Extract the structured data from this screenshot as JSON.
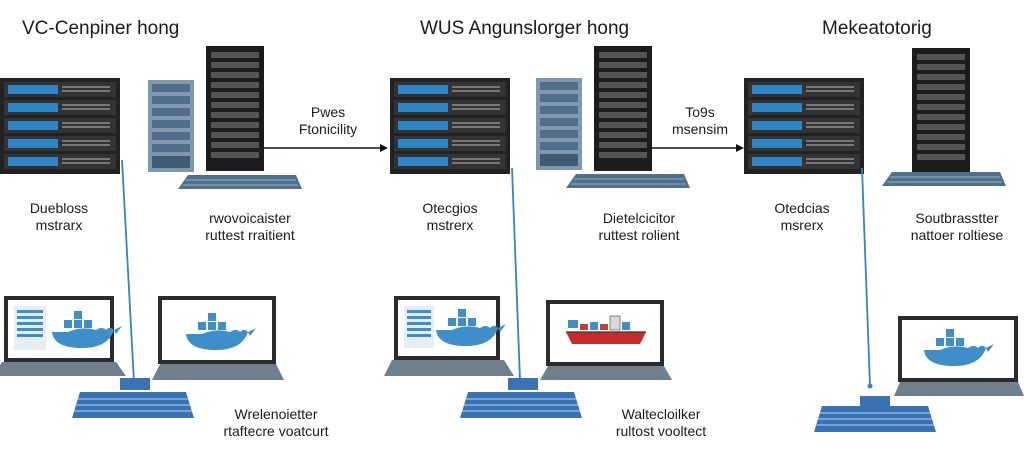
{
  "titles": {
    "left": "VC-Cenpiner hong",
    "middle": "WUS Angunslorger hong",
    "right": "Mekeatotorig"
  },
  "arrows": {
    "left": {
      "line1": "Pwes",
      "line2": "Ftonicility"
    },
    "right": {
      "line1": "To9s",
      "line2": "msensim"
    }
  },
  "labels": {
    "l1": {
      "line1": "Duebloss",
      "line2": "mstrarx"
    },
    "l2": {
      "line1": "rwovoicaister",
      "line2": "ruttest rraitient"
    },
    "m1": {
      "line1": "Otecgios",
      "line2": "mstrerx"
    },
    "m2": {
      "line1": "Dietelcicitor",
      "line2": "ruttest rolient"
    },
    "r1": {
      "line1": "Otedcias",
      "line2": "msrerx"
    },
    "r2": {
      "line1": "Soutbrasstter",
      "line2": "nattoer roltiese"
    },
    "lb": {
      "line1": "Wrelenoietter",
      "line2": "rtaftecre voatcurt"
    },
    "mb": {
      "line1": "Waltecloilker",
      "line2": "rultost vooltect"
    }
  },
  "colors": {
    "accent": "#2e86c9",
    "rack": "#2a2a2a",
    "screen_blue": "#3d8ec9",
    "keyboard": "#3a72b4",
    "tower_gray": "#6f8aa3"
  },
  "icons": [
    "server-rack-icon",
    "tower-server-icon",
    "monitor-icon",
    "keyboard-icon",
    "whale-icon",
    "ship-icon",
    "arrow-icon"
  ]
}
